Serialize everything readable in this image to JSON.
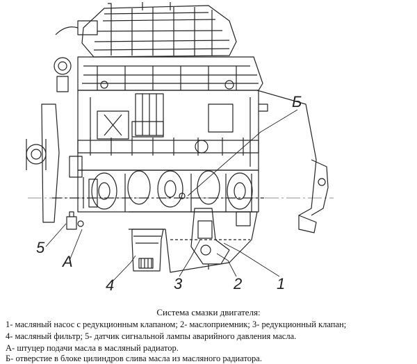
{
  "callouts": {
    "n1": "1",
    "n2": "2",
    "n3": "3",
    "n4": "4",
    "n5": "5",
    "a": "А",
    "b": "Б"
  },
  "caption": {
    "title": "Система смазки двигателя:",
    "line1": "1-       масляный насос с редукционным клапаном; 2- маслоприемник; 3- редукционный клапан;",
    "line2": "4- масляный фильтр; 5- датчик сигнальной лампы аварийного давления масла.",
    "line3": "А- штуцер подачи масла в масляный радиатор.",
    "line4": "Б- отверстие в блоке цилиндров слива масла из масляного радиатора."
  },
  "colors": {
    "line": "#222222",
    "background": "#ffffff"
  }
}
